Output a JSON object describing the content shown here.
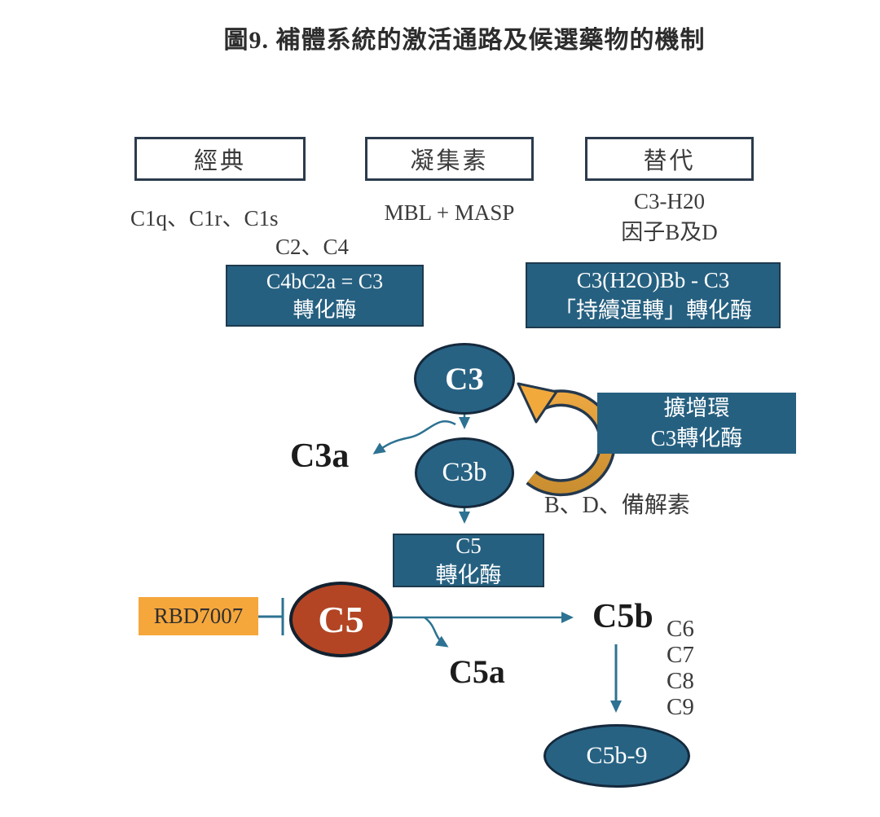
{
  "title": "圖9. 補體系統的激活通路及候選藥物的機制",
  "pathways": {
    "classical": {
      "label": "經典",
      "components_line1": "C1q、C1r、C1s",
      "components_line2": "C2、C4"
    },
    "lectin": {
      "label": "凝集素",
      "components": "MBL + MASP"
    },
    "alternative": {
      "label": "替代",
      "components_line1": "C3-H20",
      "components_line2": "因子B及D"
    }
  },
  "convertases": {
    "classical_lectin": {
      "line1": "C4bC2a = C3",
      "line2": "轉化酶"
    },
    "alternative": {
      "line1": "C3(H2O)Bb - C3",
      "line2": "「持續運轉」轉化酶"
    },
    "amplification": {
      "line1": "擴增環",
      "line2": "C3轉化酶"
    },
    "c5": {
      "line1": "C5",
      "line2": "轉化酶"
    }
  },
  "nodes": {
    "c3": "C3",
    "c3b": "C3b",
    "c3a": "C3a",
    "c5": "C5",
    "c5a": "C5a",
    "c5b": "C5b",
    "mac": "C5b-9"
  },
  "labels": {
    "properdin": "B、D、備解素",
    "mac_components": [
      "C6",
      "C7",
      "C8",
      "C9"
    ]
  },
  "drug": {
    "label": "RBD7007"
  },
  "colors": {
    "teal_box": "#266080",
    "node_teal": "#276283",
    "c5_red": "#B34524",
    "drug_orange": "#F6A73C",
    "arrow_teal": "#2D7292",
    "loop_gold": "#EFA440",
    "border_dark": "#24384D"
  }
}
